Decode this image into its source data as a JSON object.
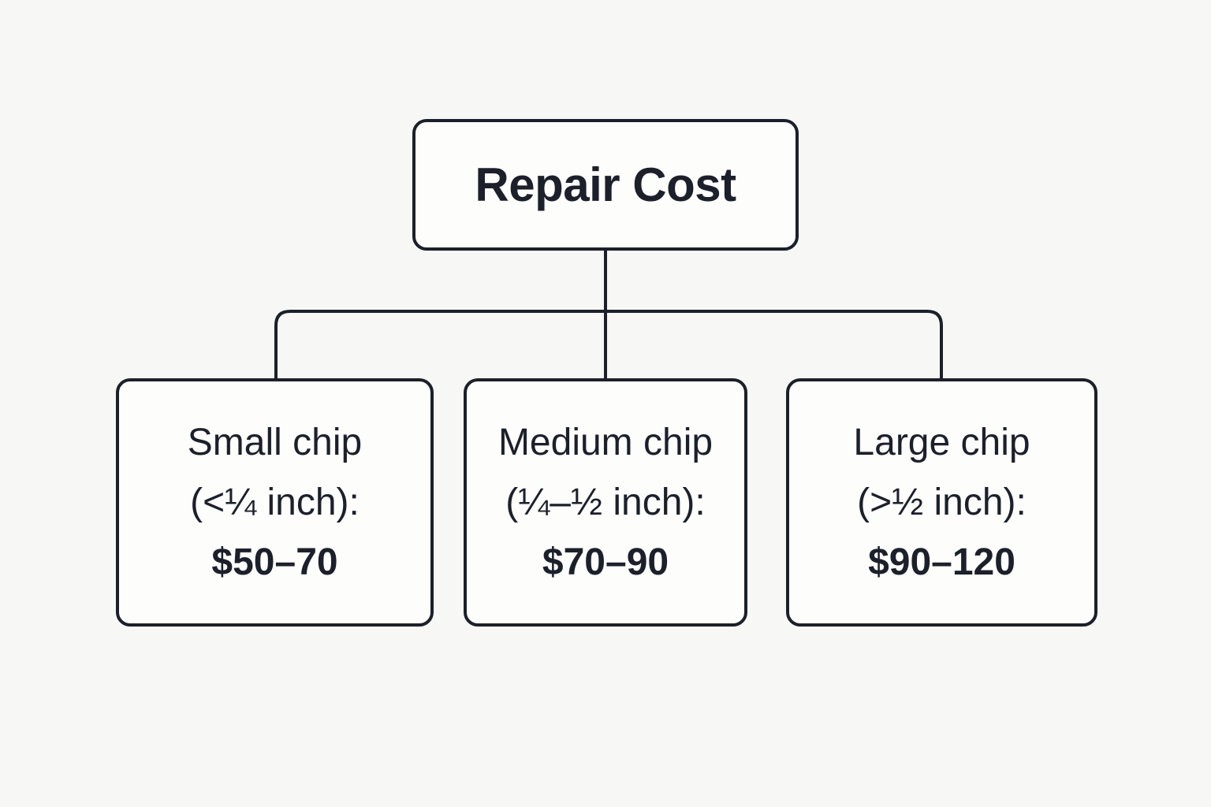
{
  "colors": {
    "bg": "#f7f7f5",
    "line": "#1c202a",
    "text": "#1c202a",
    "boxFill": "#fdfdfc"
  },
  "diagram": {
    "type": "tree",
    "root": {
      "label": "Repair Cost"
    },
    "children": [
      {
        "title": "Small chip",
        "size": "(<¼ inch):",
        "price": "$50–70"
      },
      {
        "title": "Medium chip",
        "size": "(¼–½ inch):",
        "price": "$70–90"
      },
      {
        "title": "Large chip",
        "size": "(>½ inch):",
        "price": "$90–120"
      }
    ]
  }
}
